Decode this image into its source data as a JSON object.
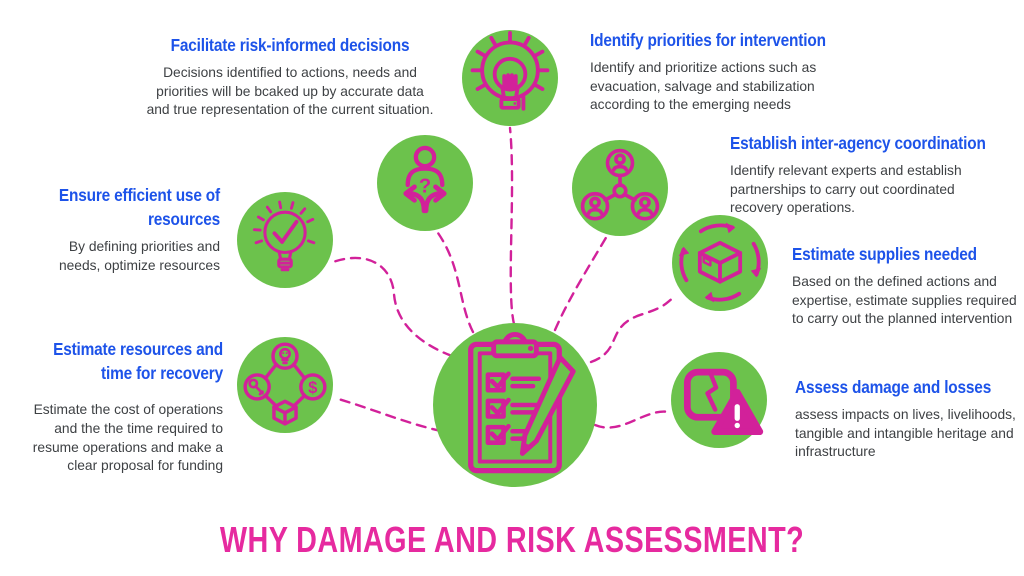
{
  "title": "WHY DAMAGE AND RISK ASSESSMENT?",
  "colors": {
    "circle_green": "#6cc24c",
    "icon_magenta": "#d2219a",
    "heading_blue": "#1d53e9",
    "body_text": "#3e4144",
    "title_magenta": "#e62a9f"
  },
  "sections": [
    {
      "heading": "Facilitate risk-informed decisions",
      "body": [
        "Decisions identified to actions, needs and",
        "priorities will be bcaked up by accurate data",
        "and true representation of the current situation."
      ]
    },
    {
      "heading": "Identify priorities for intervention",
      "body": [
        "Identify and prioritize actions such as",
        "evacuation, salvage and stabilization",
        "according to the emerging needs"
      ]
    },
    {
      "heading": "Establish inter-agency coordination",
      "body": [
        "Identify relevant experts and establish",
        "partnerships to carry out coordinated",
        "recovery operations."
      ]
    },
    {
      "heading": "Estimate supplies needed",
      "body": [
        "Based on the defined actions and",
        "expertise, estimate supplies required",
        "to carry out the planned intervention"
      ]
    },
    {
      "heading": "Assess damage and losses",
      "body": [
        "assess impacts on lives, livelihoods,",
        "tangible and intangible heritage and",
        "infrastructure"
      ]
    },
    {
      "heading": [
        "Ensure efficient use of",
        "resources"
      ],
      "body": [
        "By defining priorities and",
        "needs, optimize resources"
      ]
    },
    {
      "heading": [
        "Estimate resources and",
        "time for recovery"
      ],
      "body": [
        "Estimate the cost of operations",
        "and the  the time required to",
        "resume operations and make a",
        "clear proposal for funding"
      ]
    }
  ],
  "icons": {
    "center": "clipboard-checklist-icon",
    "top": "gear-lightbulb-icon",
    "decision": "person-decision-paths-icon",
    "network": "team-network-icon",
    "bulb_check": "lightbulb-check-icon",
    "supplies": "supply-box-cycle-icon",
    "resources": "resources-time-money-icon",
    "damage": "broken-item-warning-icon"
  }
}
